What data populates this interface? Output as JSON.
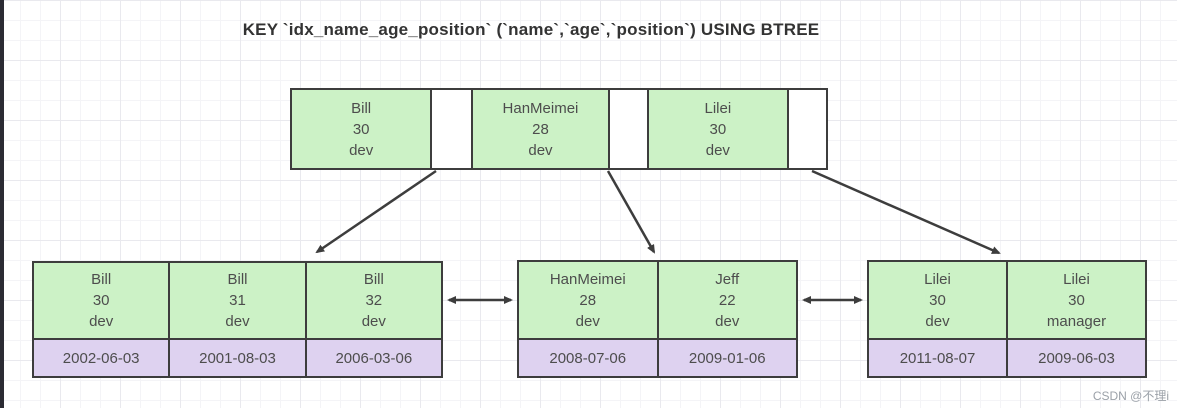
{
  "title": "KEY `idx_name_age_position` (`name`,`age`,`position`) USING BTREE",
  "colors": {
    "node_fill_green": "#ccf2c6",
    "date_fill_purple": "#ded2f0",
    "border": "#3d3d3d",
    "text": "#4d4d4d"
  },
  "root": {
    "entries": [
      {
        "name": "Bill",
        "age": "30",
        "position": "dev"
      },
      {
        "name": "HanMeimei",
        "age": "28",
        "position": "dev"
      },
      {
        "name": "Lilei",
        "age": "30",
        "position": "dev"
      }
    ]
  },
  "leaves": [
    {
      "entries": [
        {
          "name": "Bill",
          "age": "30",
          "position": "dev",
          "date": "2002-06-03"
        },
        {
          "name": "Bill",
          "age": "31",
          "position": "dev",
          "date": "2001-08-03"
        },
        {
          "name": "Bill",
          "age": "32",
          "position": "dev",
          "date": "2006-03-06"
        }
      ]
    },
    {
      "entries": [
        {
          "name": "HanMeimei",
          "age": "28",
          "position": "dev",
          "date": "2008-07-06"
        },
        {
          "name": "Jeff",
          "age": "22",
          "position": "dev",
          "date": "2009-01-06"
        }
      ]
    },
    {
      "entries": [
        {
          "name": "Lilei",
          "age": "30",
          "position": "dev",
          "date": "2011-08-07"
        },
        {
          "name": "Lilei",
          "age": "30",
          "position": "manager",
          "date": "2009-06-03"
        }
      ]
    }
  ],
  "watermark": "CSDN @不理i"
}
